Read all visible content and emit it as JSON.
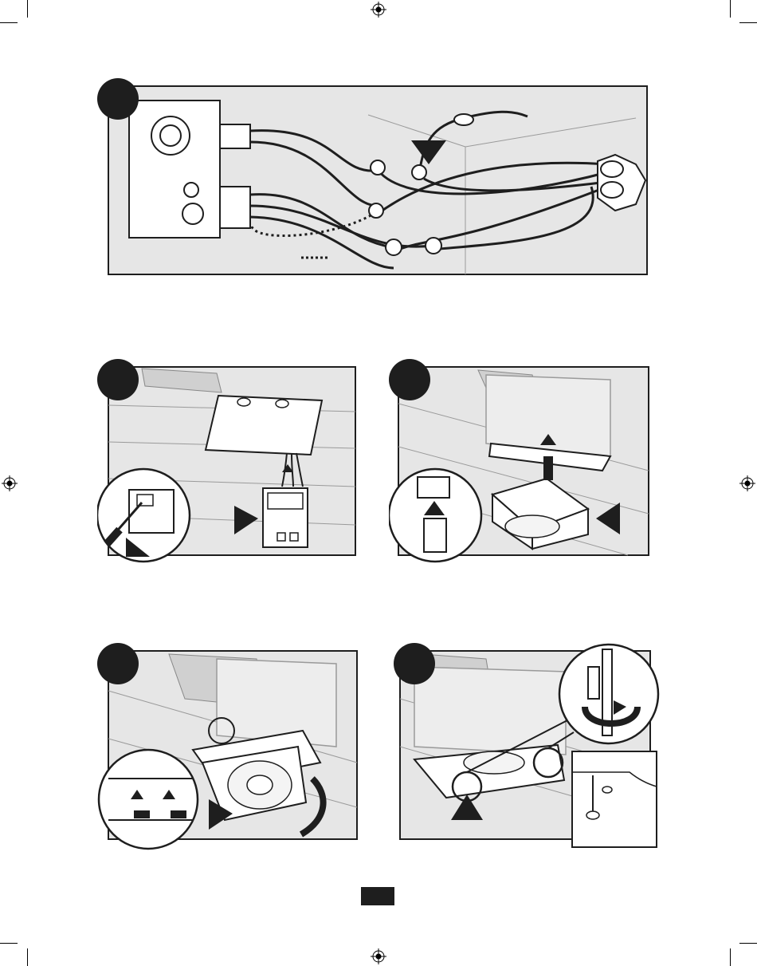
{
  "page": {
    "background": "#ffffff",
    "ink": "#1e1e1e",
    "panel_fill": "#e6e6e6",
    "page_number": ""
  },
  "steps": [
    {
      "id": "wiring",
      "icon": "wiring-diagram",
      "badge": ""
    },
    {
      "id": "disconnect-plug",
      "icon": "wire-connector",
      "badge": ""
    },
    {
      "id": "remove-blower",
      "icon": "blower-housing",
      "badge": ""
    },
    {
      "id": "attach-blower",
      "icon": "blower-wheel",
      "badge": ""
    },
    {
      "id": "tighten-screws",
      "icon": "screwdriver",
      "badge": ""
    }
  ]
}
